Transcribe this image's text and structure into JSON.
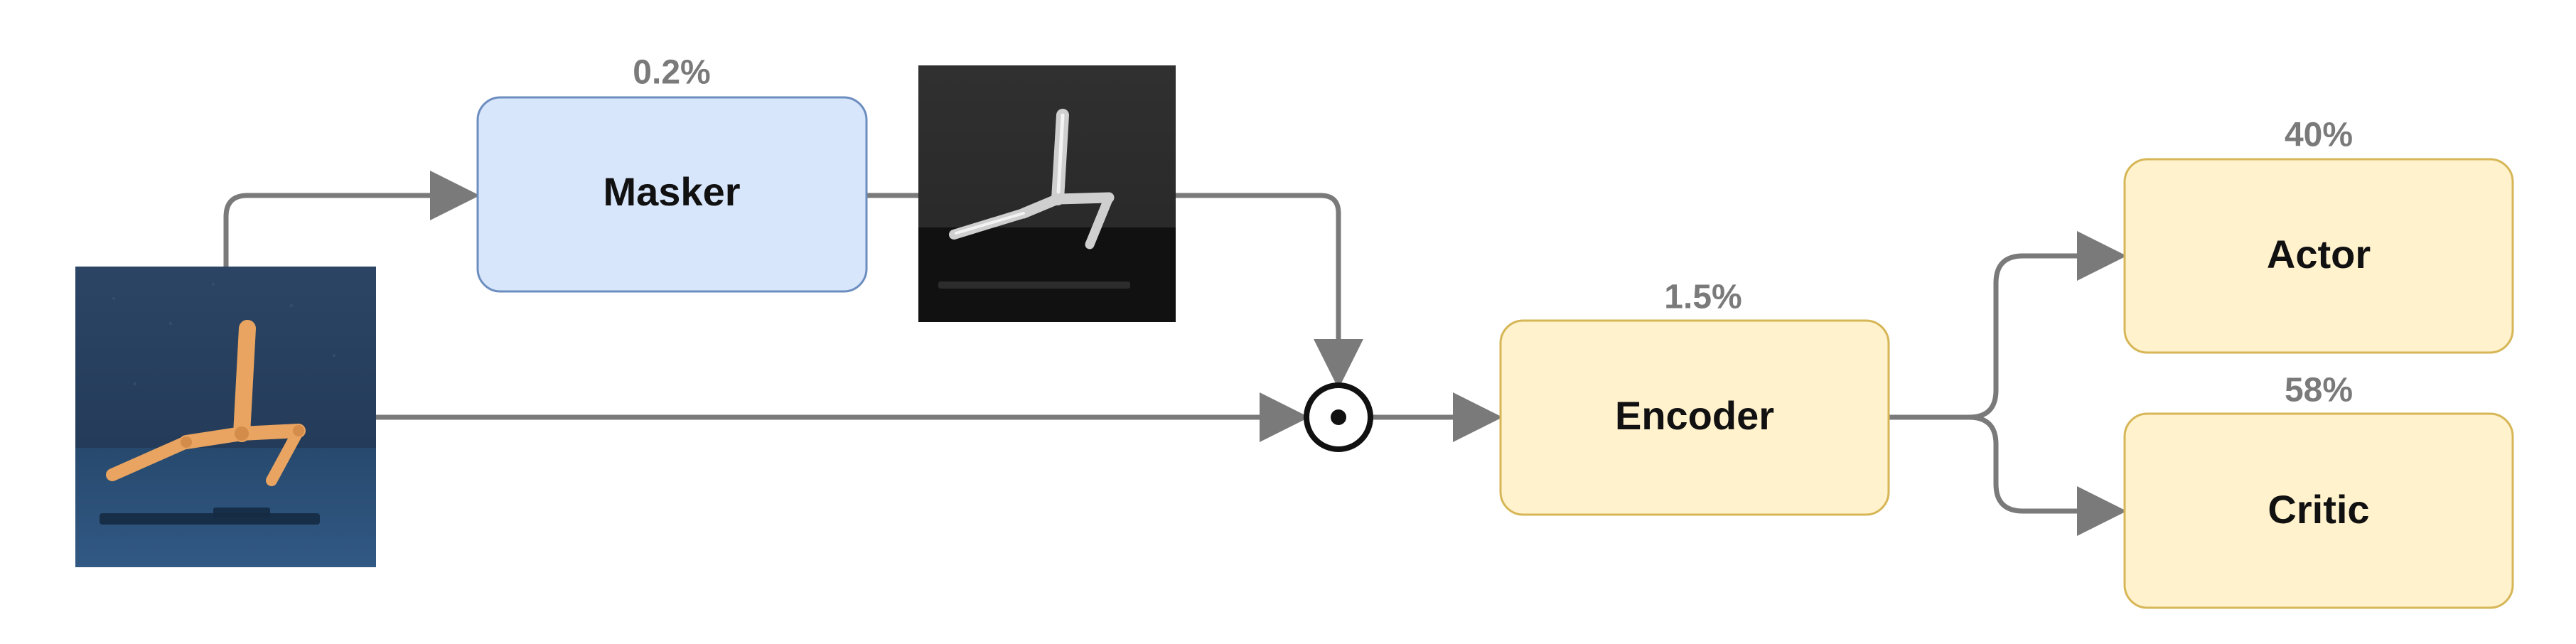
{
  "blocks": {
    "masker": {
      "label": "Masker",
      "share": "0.2%"
    },
    "encoder": {
      "label": "Encoder",
      "share": "1.5%"
    },
    "actor": {
      "label": "Actor",
      "share": "40%"
    },
    "critic": {
      "label": "Critic",
      "share": "58%"
    }
  },
  "colors": {
    "masker_fill": "#d8e6fb",
    "masker_stroke": "#6c8ebf",
    "module_fill": "#fff2cc",
    "module_stroke": "#d6b656",
    "arrow": "#7a7a7a",
    "percent_text": "#7a7a7a"
  },
  "images": {
    "observation": "rendered-frame-walker",
    "mask": "grayscale-mask-walker"
  },
  "operator": "elementwise-product"
}
